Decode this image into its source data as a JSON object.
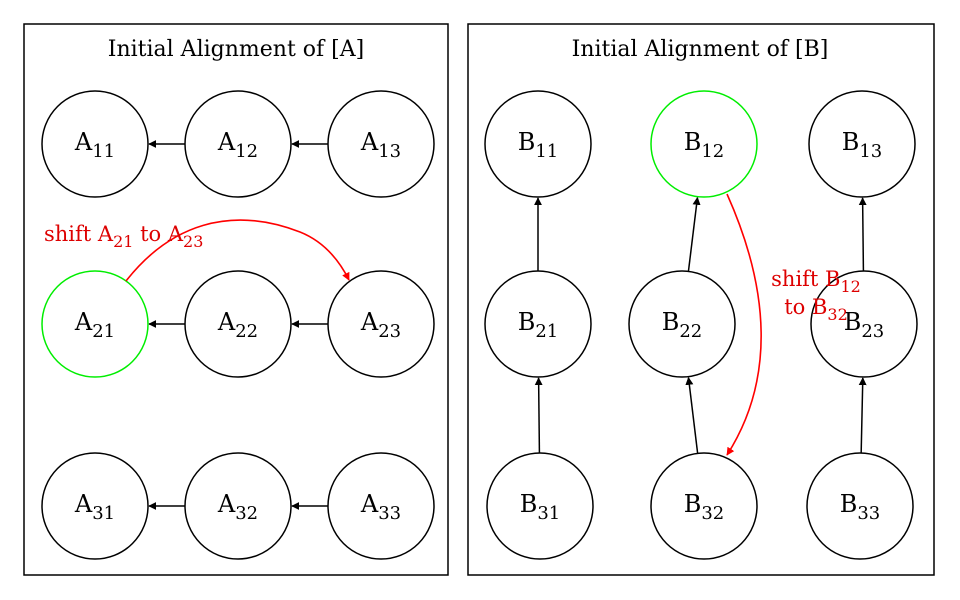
{
  "colors": {
    "node_stroke": "#000000",
    "highlight_stroke": "#00ee00",
    "edge": "#000000",
    "shift_edge": "#ff0000",
    "shift_text": "#dd0000"
  },
  "panel_a": {
    "title": "Initial Alignment of [A]",
    "nodes": [
      {
        "id": "A11",
        "base": "A",
        "sub": "11",
        "highlight": false
      },
      {
        "id": "A12",
        "base": "A",
        "sub": "12",
        "highlight": false
      },
      {
        "id": "A13",
        "base": "A",
        "sub": "13",
        "highlight": false
      },
      {
        "id": "A21",
        "base": "A",
        "sub": "21",
        "highlight": true
      },
      {
        "id": "A22",
        "base": "A",
        "sub": "22",
        "highlight": false
      },
      {
        "id": "A23",
        "base": "A",
        "sub": "23",
        "highlight": false
      },
      {
        "id": "A31",
        "base": "A",
        "sub": "31",
        "highlight": false
      },
      {
        "id": "A32",
        "base": "A",
        "sub": "32",
        "highlight": false
      },
      {
        "id": "A33",
        "base": "A",
        "sub": "33",
        "highlight": false
      }
    ],
    "edges": [
      {
        "from": "A12",
        "to": "A11"
      },
      {
        "from": "A13",
        "to": "A12"
      },
      {
        "from": "A22",
        "to": "A21"
      },
      {
        "from": "A23",
        "to": "A22"
      },
      {
        "from": "A32",
        "to": "A31"
      },
      {
        "from": "A33",
        "to": "A32"
      }
    ],
    "shift": {
      "from": "A21",
      "to": "A23",
      "label_word": "shift",
      "label_from_base": "A",
      "label_from_sub": "21",
      "label_mid": "to",
      "label_to_base": "A",
      "label_to_sub": "23"
    }
  },
  "panel_b": {
    "title": "Initial Alignment of [B]",
    "nodes": [
      {
        "id": "B11",
        "base": "B",
        "sub": "11",
        "highlight": false
      },
      {
        "id": "B12",
        "base": "B",
        "sub": "12",
        "highlight": true
      },
      {
        "id": "B13",
        "base": "B",
        "sub": "13",
        "highlight": false
      },
      {
        "id": "B21",
        "base": "B",
        "sub": "21",
        "highlight": false
      },
      {
        "id": "B22",
        "base": "B",
        "sub": "22",
        "highlight": false
      },
      {
        "id": "B23",
        "base": "B",
        "sub": "23",
        "highlight": false
      },
      {
        "id": "B31",
        "base": "B",
        "sub": "31",
        "highlight": false
      },
      {
        "id": "B32",
        "base": "B",
        "sub": "32",
        "highlight": false
      },
      {
        "id": "B33",
        "base": "B",
        "sub": "33",
        "highlight": false
      }
    ],
    "edges": [
      {
        "from": "B21",
        "to": "B11"
      },
      {
        "from": "B31",
        "to": "B21"
      },
      {
        "from": "B22",
        "to": "B12"
      },
      {
        "from": "B32",
        "to": "B22"
      },
      {
        "from": "B23",
        "to": "B13"
      },
      {
        "from": "B33",
        "to": "B23"
      }
    ],
    "shift": {
      "from": "B12",
      "to": "B32",
      "label_word": "shift",
      "label_from_base": "B",
      "label_from_sub": "12",
      "label_mid": "to",
      "label_to_base": "B",
      "label_to_sub": "32"
    }
  }
}
